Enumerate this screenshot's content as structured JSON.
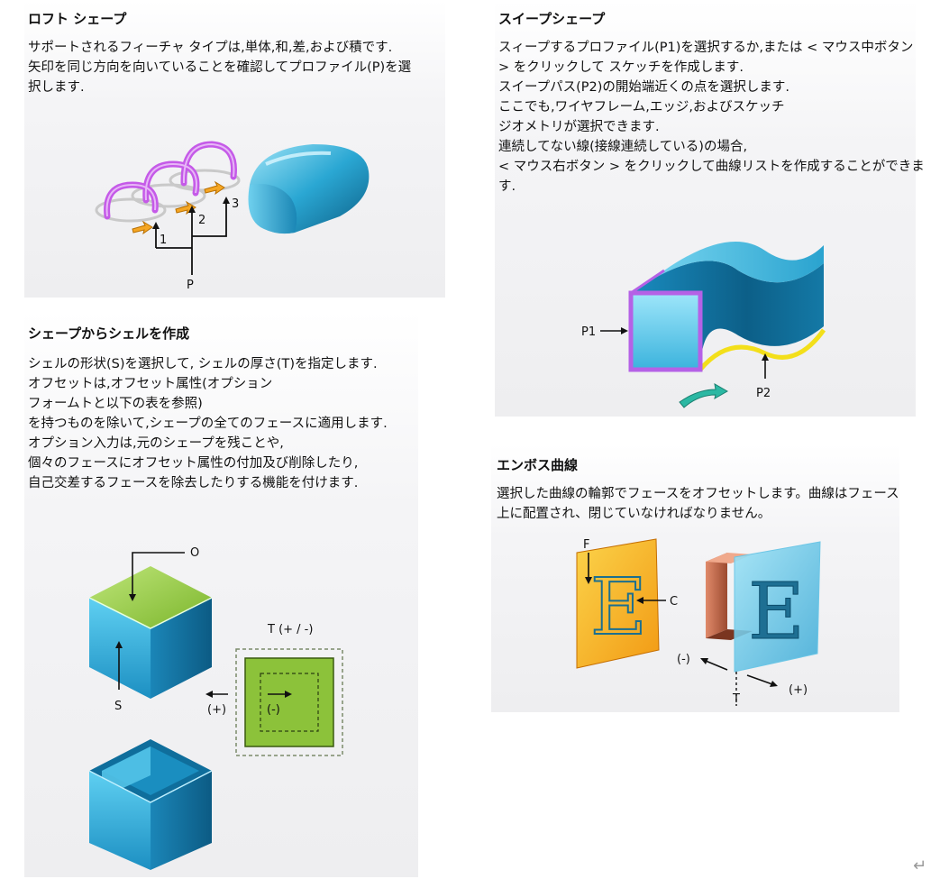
{
  "loft": {
    "title": "ロフト シェープ",
    "lines": [
      "サポートされるフィーチャ タイプは,単体,和,差,および積です.",
      "矢印を同じ方向を向いていることを確認してプロファイル(P)を選",
      "択します."
    ],
    "labels": {
      "n1": "1",
      "n2": "2",
      "n3": "3",
      "p": "P"
    }
  },
  "shell": {
    "title": "シェープからシェルを作成",
    "lines": [
      "シェルの形状(S)を選択して, シェルの厚さ(T)を指定します.",
      "オフセットは,オフセット属性(オプション",
      "フォームトと以下の表を参照)",
      "を持つものを除いて,シェープの全てのフェースに適用します.",
      "オプション入力は,元のシェープを残ことや,",
      "個々のフェースにオフセット属性の付加及び削除したり,",
      "自己交差するフェースを除去したりする機能を付けます."
    ],
    "labels": {
      "o": "O",
      "s": "S",
      "t": "T (+ / -)",
      "plus": "(+)",
      "minus": "(-)"
    }
  },
  "sweep": {
    "title": "スイープシェープ",
    "lines": [
      "スィープするプロファイル(P1)を選択するか,または < マウス中ボタン",
      "> をクリックして スケッチを作成します.",
      "スイープパス(P2)の開始端近くの点を選択します.",
      "ここでも,ワイヤフレーム,エッジ,およびスケッチ",
      "ジオメトリが選択できます.",
      "連続してない線(接線連続している)の場合,",
      "< マウス右ボタン > をクリックして曲線リストを作成することができま",
      "す."
    ],
    "labels": {
      "p1": "P1",
      "p2": "P2"
    }
  },
  "emboss": {
    "title": "エンボス曲線",
    "lines": [
      "選択した曲線の輪郭でフェースをオフセットします。曲線はフェース",
      "上に配置され、閉じていなければなりません。"
    ],
    "labels": {
      "f": "F",
      "c": "C",
      "e1": "E",
      "e2": "E",
      "minus": "(-)",
      "plus": "(+)",
      "t": "T"
    }
  },
  "footer": {
    "return_mark": "↵"
  }
}
